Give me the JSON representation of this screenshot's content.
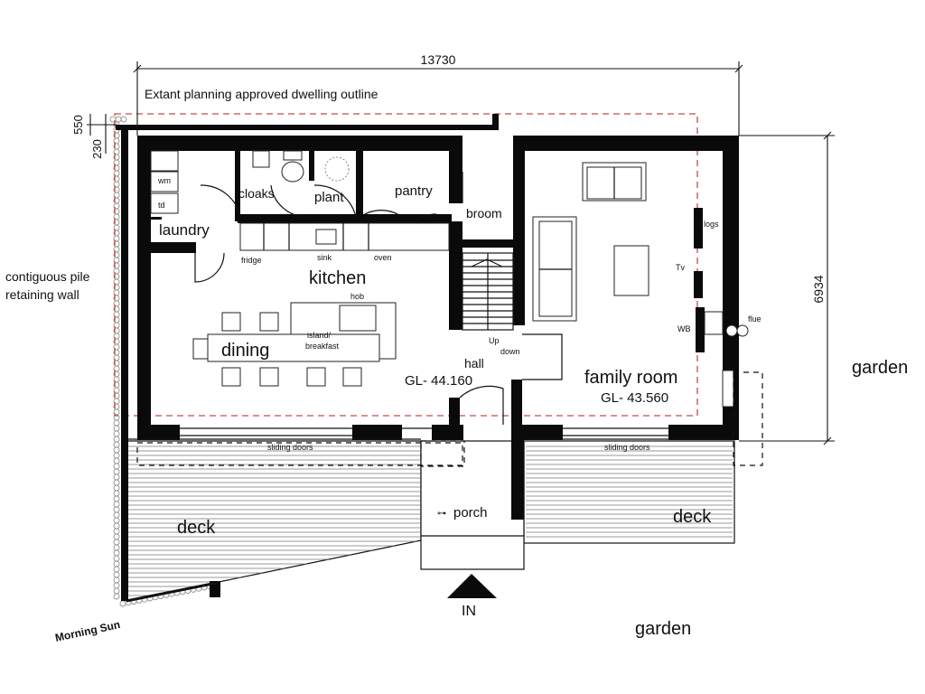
{
  "dimensions": {
    "overall_width": "13730",
    "overall_depth": "6934",
    "offset_a": "550",
    "offset_b": "230"
  },
  "notes": {
    "outline_note": "Extant planning approved dwelling outline",
    "retaining_wall": [
      "contiguous pile",
      "retaining wall"
    ]
  },
  "rooms": {
    "laundry": "laundry",
    "cloaks": "cloaks",
    "plant": "plant",
    "pantry": "pantry",
    "broom": "broom",
    "kitchen": "kitchen",
    "dining": "dining",
    "hall": "hall",
    "hall_level": "GL- 44.160",
    "family_room": "family room",
    "family_level": "GL- 43.560",
    "porch": "porch",
    "deck_left": "deck",
    "deck_right": "deck"
  },
  "fixtures": {
    "wm": "wm",
    "td": "td",
    "fridge": "fridge",
    "sink": "sink",
    "oven": "oven",
    "hob": "hob",
    "island": [
      "island/",
      "breakfast"
    ],
    "up": "Up",
    "down": "down",
    "logs": "logs",
    "tv": "Tv",
    "wb": "WB",
    "flue": "flue",
    "sliding_left": "sliding doors",
    "sliding_right": "sliding doors"
  },
  "site": {
    "garden_right": "garden",
    "garden_bottom": "garden",
    "entry": "IN",
    "morning_sun": "Morning Sun"
  }
}
